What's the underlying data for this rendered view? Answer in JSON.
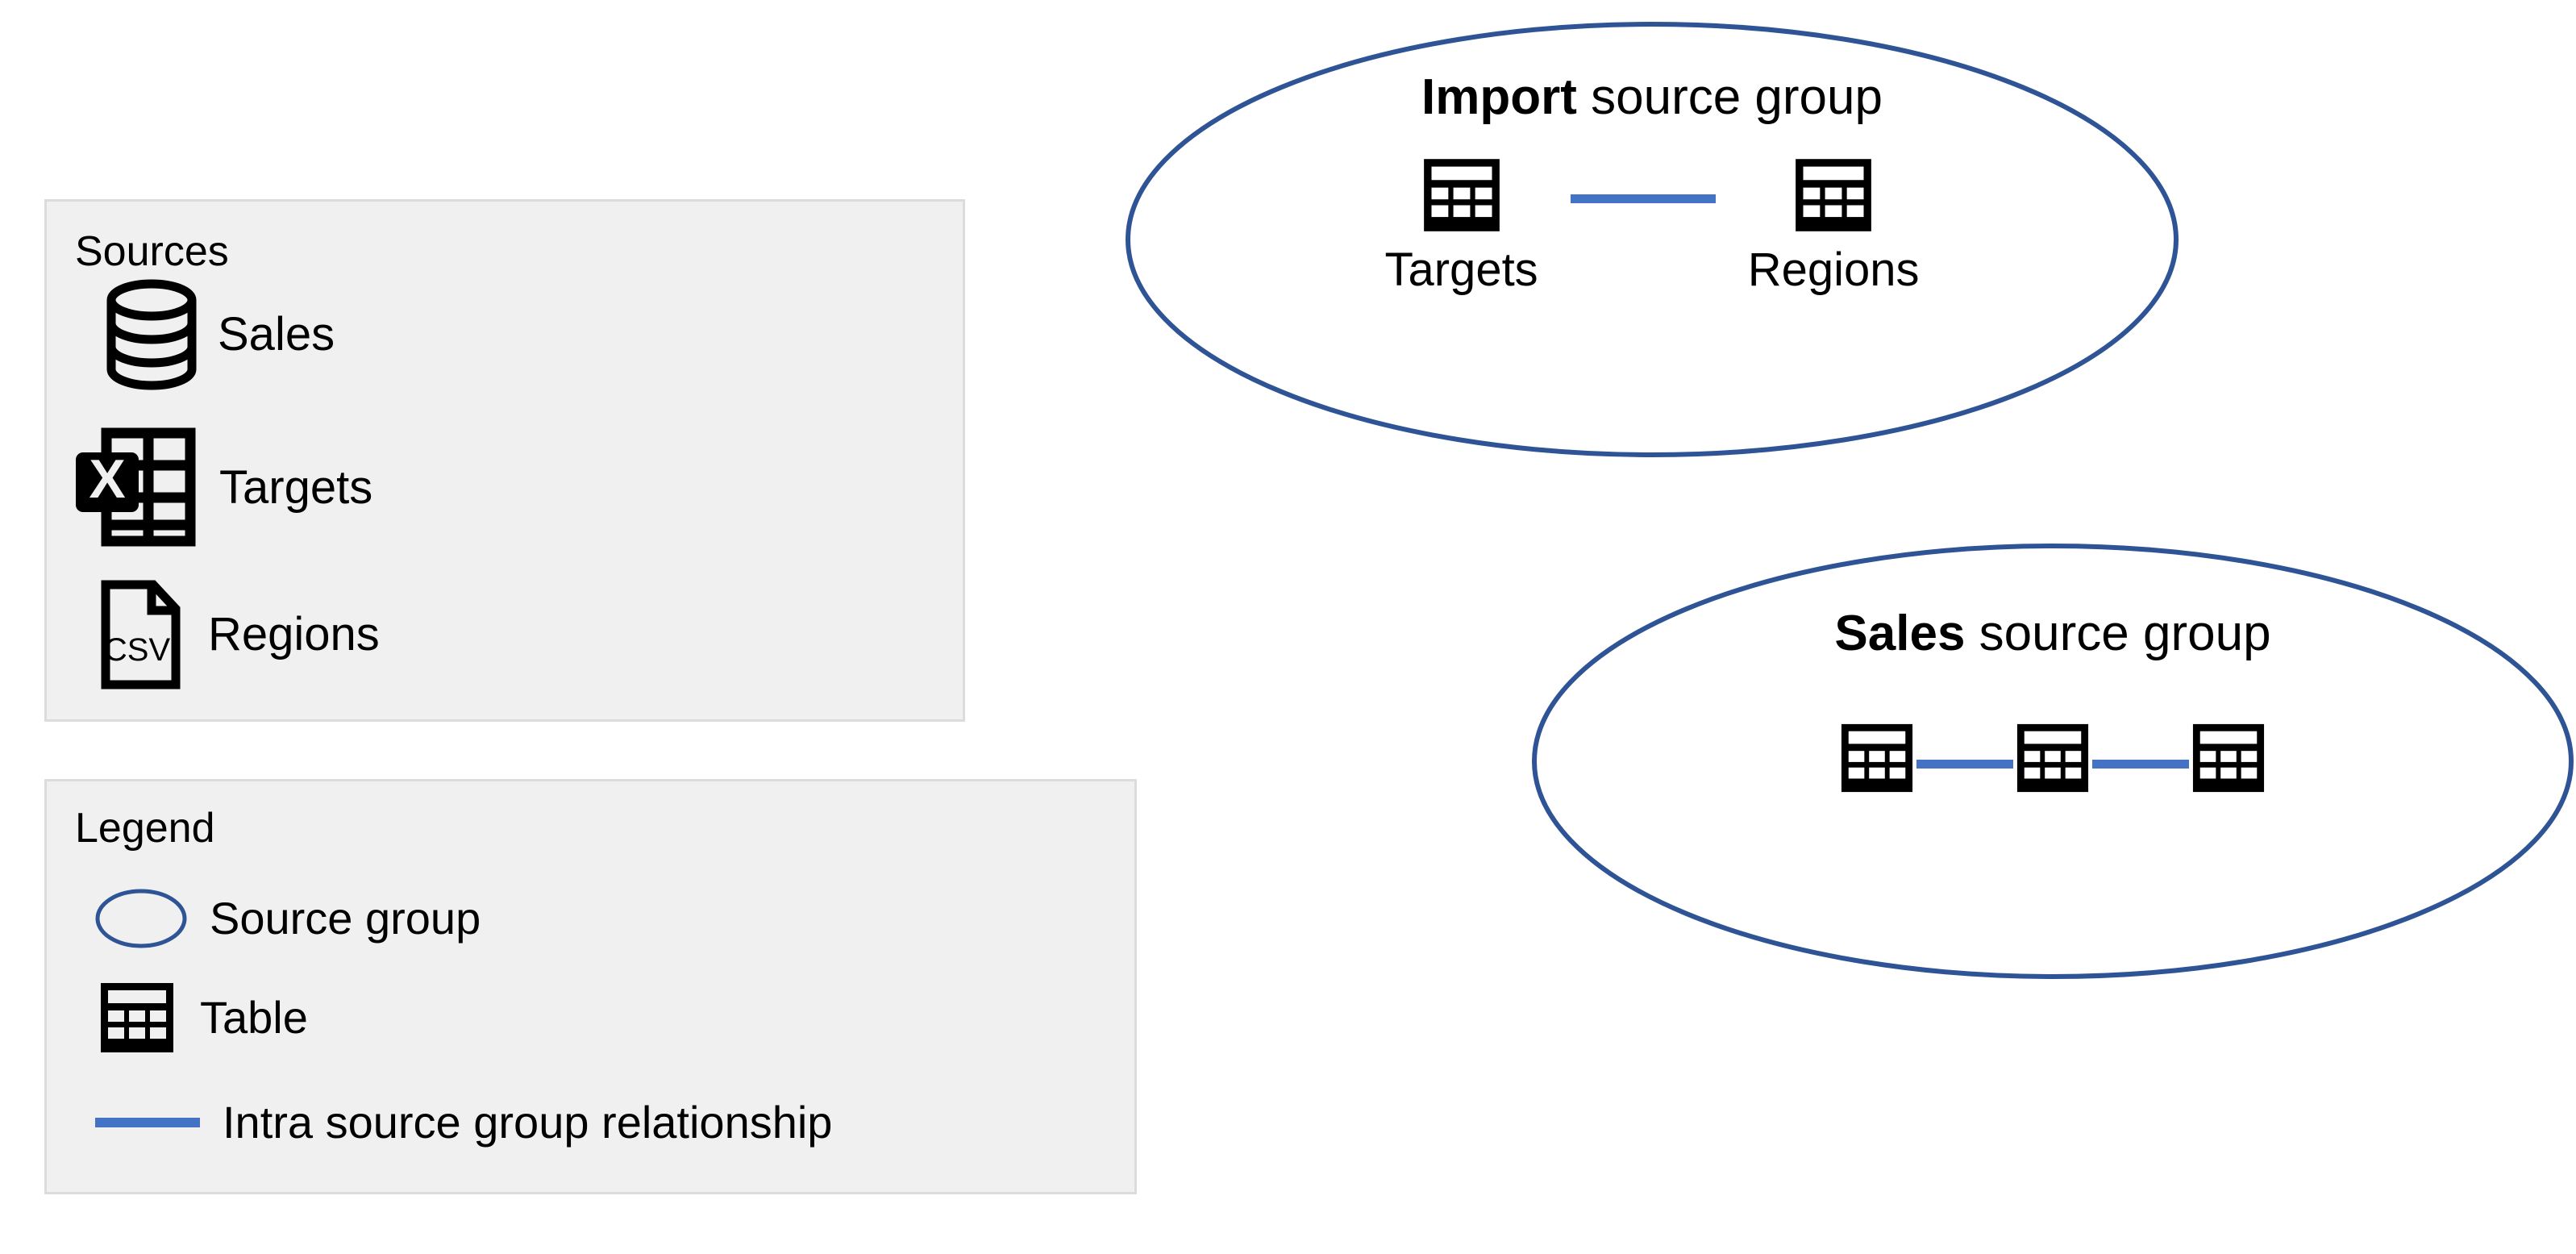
{
  "colors": {
    "panel_background": "#f0f0f0",
    "panel_border": "#dcdcdc",
    "relationship_line": "#4472c4",
    "group_ellipse_stroke": "#2e5496",
    "icon_black": "#000000",
    "page_background": "#ffffff"
  },
  "sources_panel": {
    "title": "Sources",
    "items": [
      {
        "label": "Sales",
        "icon": "database-icon"
      },
      {
        "label": "Targets",
        "icon": "excel-spreadsheet-icon"
      },
      {
        "label": "Regions",
        "icon": "csv-file-icon",
        "icon_text": "CSV"
      }
    ]
  },
  "legend_panel": {
    "title": "Legend",
    "items": [
      {
        "label": "Source group",
        "swatch": "ellipse-outline-icon"
      },
      {
        "label": "Table",
        "swatch": "table-icon"
      },
      {
        "label": "Intra source group relationship",
        "swatch": "blue-line-swatch"
      }
    ]
  },
  "source_groups": [
    {
      "name": "import-source-group",
      "title_strong": "Import",
      "title_rest": " source group",
      "tables": [
        {
          "label": "Targets",
          "icon": "table-icon"
        },
        {
          "label": "Regions",
          "icon": "table-icon"
        }
      ],
      "relationships": 1
    },
    {
      "name": "sales-source-group",
      "title_strong": "Sales",
      "title_rest": " source group",
      "tables": [
        {
          "label": "",
          "icon": "table-icon"
        },
        {
          "label": "",
          "icon": "table-icon"
        },
        {
          "label": "",
          "icon": "table-icon"
        }
      ],
      "relationships": 2
    }
  ]
}
